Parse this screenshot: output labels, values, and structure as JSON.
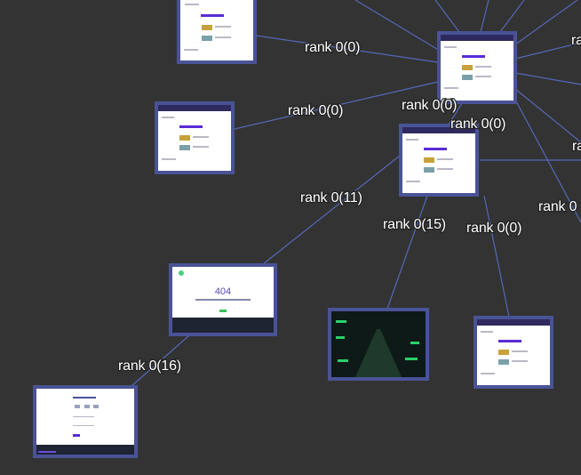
{
  "graph": {
    "edge_label_color": "#ffffff",
    "edge_color": "#5568b8",
    "node_frame_color": "#4a5396",
    "background_color": "#333333",
    "edge_labels": [
      "rank 0(0)",
      "rank 0(0)",
      "ra",
      "rank 0(0)",
      "rank 0(0)",
      "ra",
      "rank 0(11)",
      "rank 0(15)",
      "rank 0(0)",
      "rank 0",
      "rank 0(16)"
    ],
    "nodes": [
      {
        "id": "page-a",
        "kind": "listing"
      },
      {
        "id": "page-b",
        "kind": "listing"
      },
      {
        "id": "page-c",
        "kind": "listing"
      },
      {
        "id": "page-d",
        "kind": "listing"
      },
      {
        "id": "page-404",
        "kind": "error",
        "code": "404"
      },
      {
        "id": "page-game",
        "kind": "game"
      },
      {
        "id": "page-e",
        "kind": "listing"
      },
      {
        "id": "page-form",
        "kind": "form"
      }
    ]
  }
}
